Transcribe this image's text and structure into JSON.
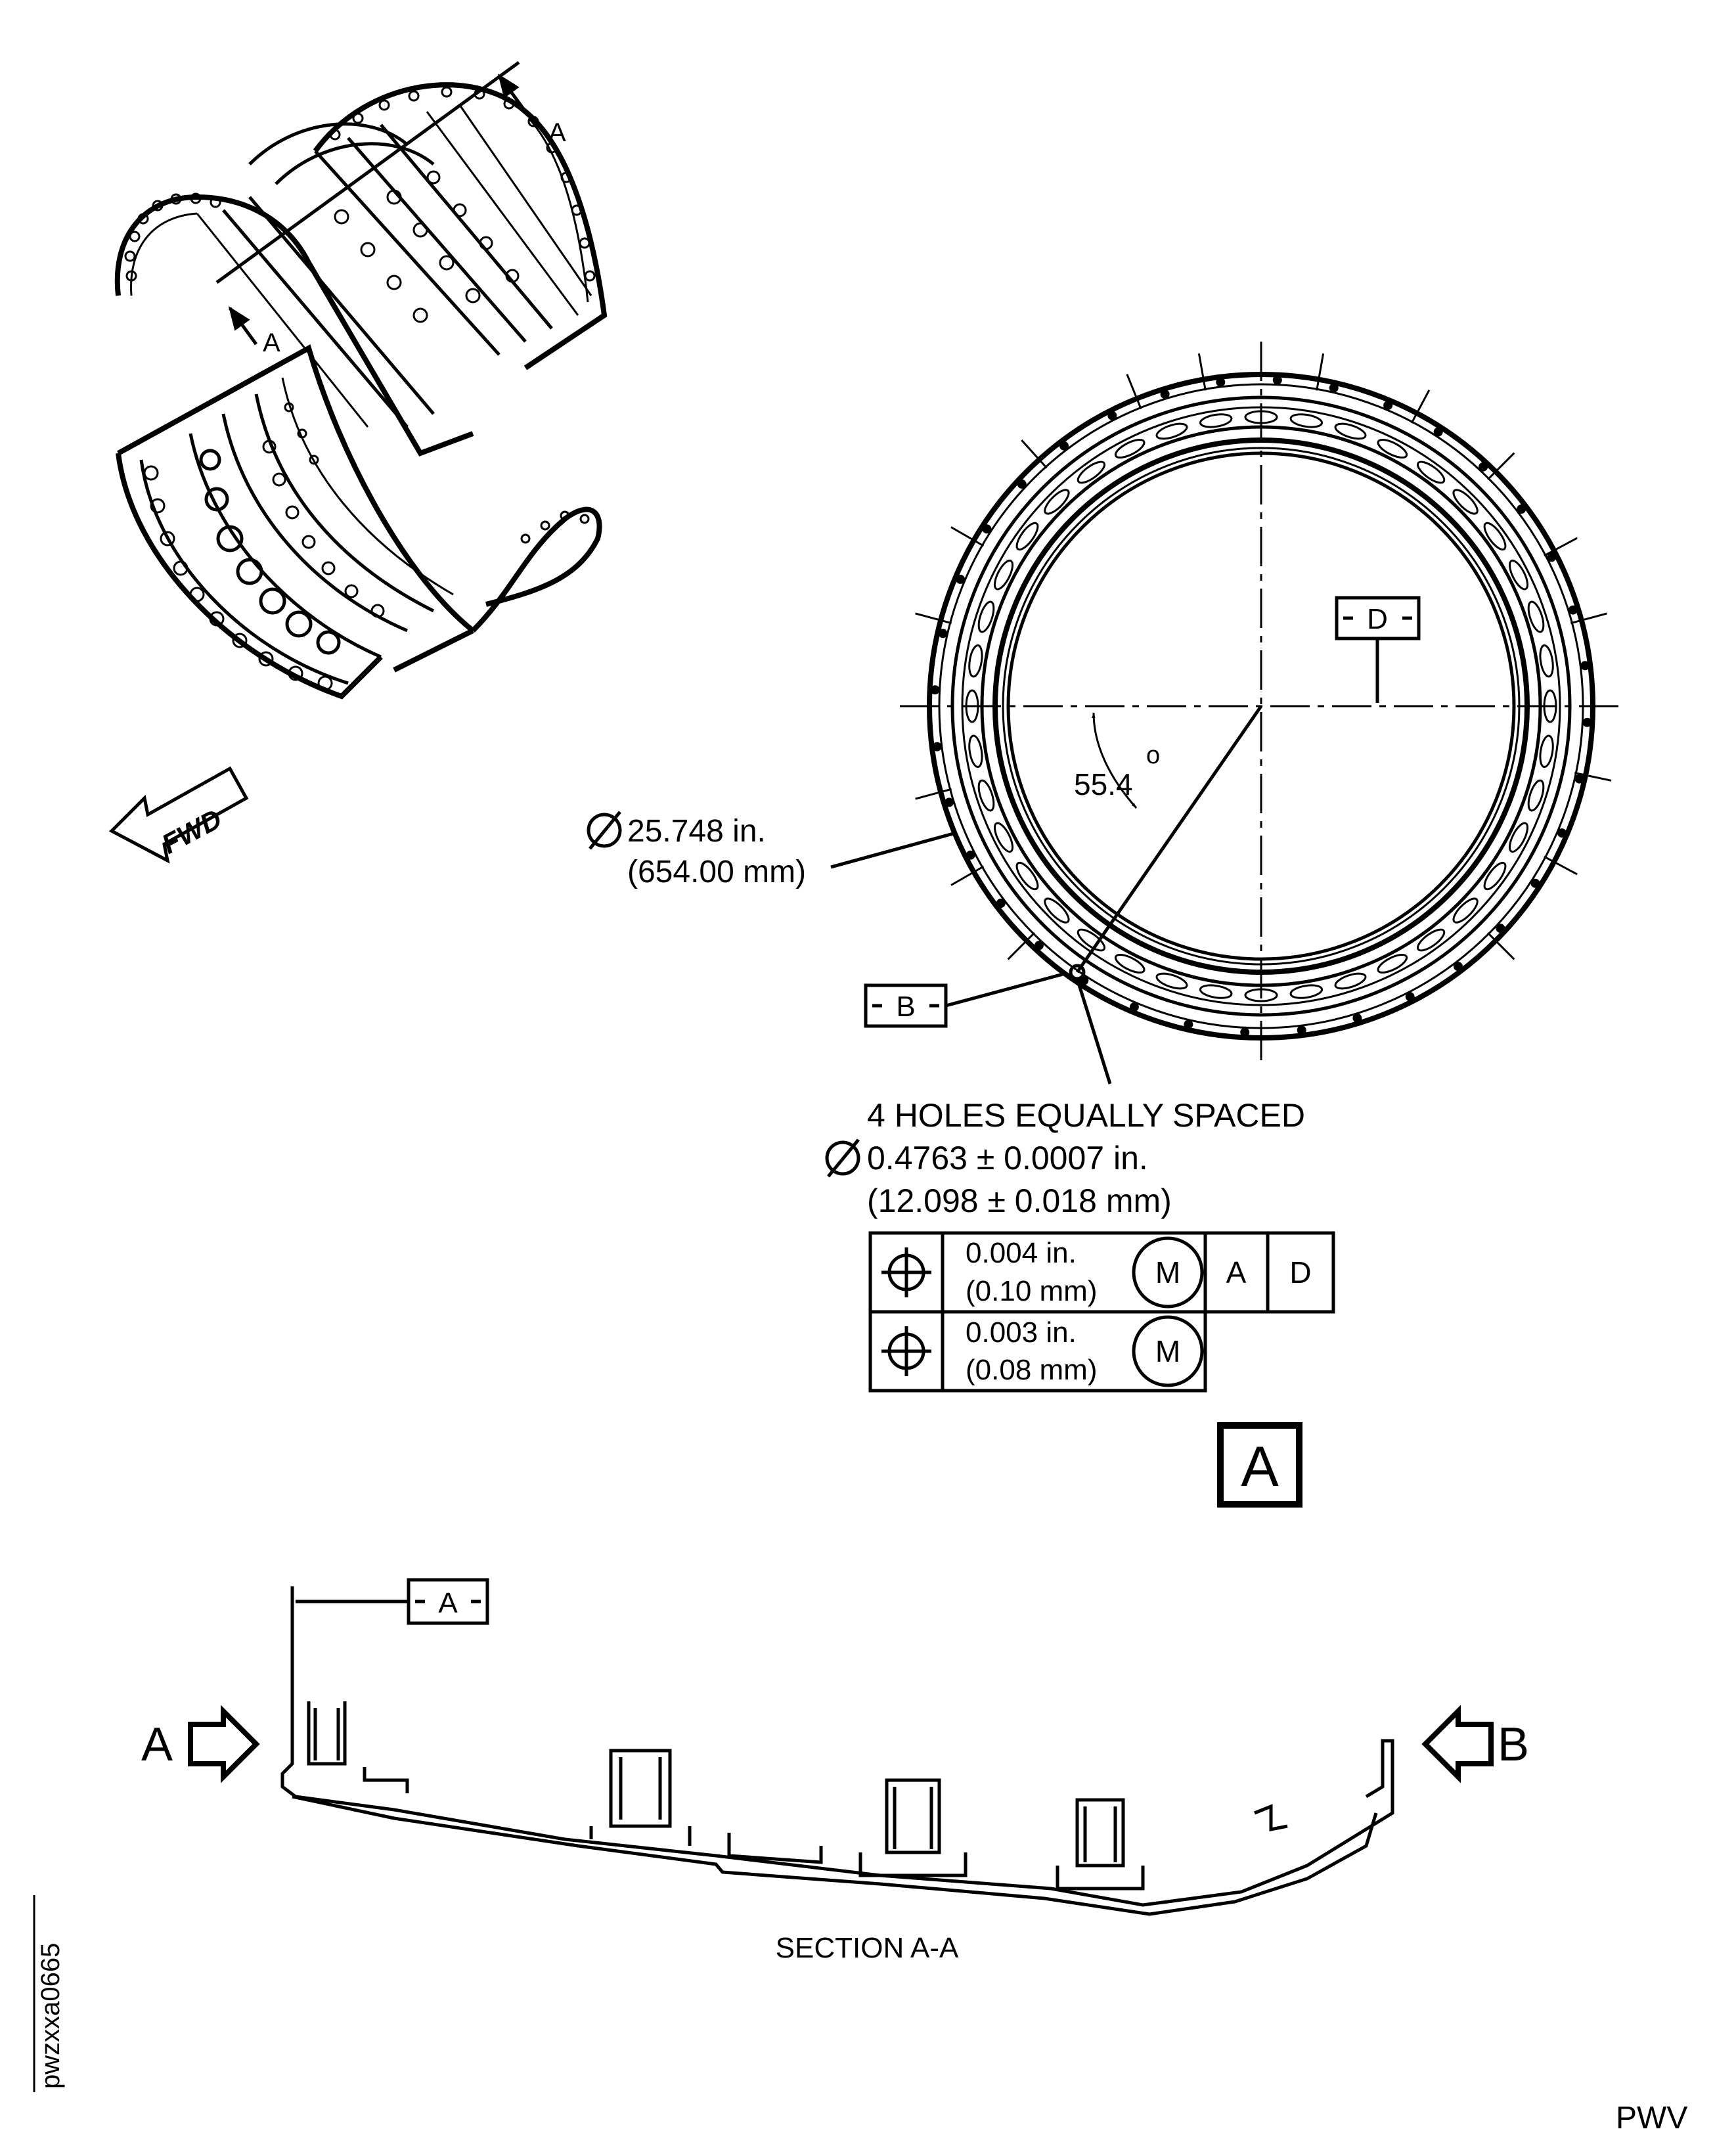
{
  "iso_view": {
    "section_mark": "A",
    "fwd_label": "FWD"
  },
  "view_a": {
    "diameter_in": "25.748 in.",
    "diameter_mm": "(654.00 mm)",
    "angle": "55.4",
    "degree_symbol": "o",
    "datum_d": "D",
    "datum_b": "B",
    "holes_note": "4 HOLES EQUALLY SPACED",
    "hole_dia_in": "0.4763 ± 0.0007 in.",
    "hole_dia_mm": "(12.098 ± 0.018 mm)",
    "fcf": [
      {
        "tol_in": "0.004 in.",
        "tol_mm": "(0.10 mm)",
        "modifier": "M",
        "datum1": "A",
        "datum2": "D"
      },
      {
        "tol_in": "0.003 in.",
        "tol_mm": "(0.08 mm)",
        "modifier": "M"
      }
    ],
    "view_label": "A"
  },
  "section": {
    "datum_a": "A",
    "arrow_left": "A",
    "arrow_right": "B",
    "caption": "SECTION A-A"
  },
  "footer": {
    "drawing_id": "pwzxxa0665",
    "code": "PWV"
  }
}
